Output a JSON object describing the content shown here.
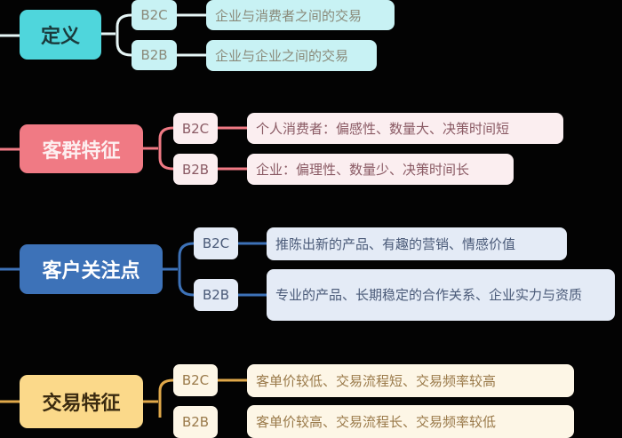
{
  "colors": {
    "background": "#030303",
    "definition": {
      "main": "#4fd6dc",
      "main_text": "#1a3a3c",
      "light": "#c8f2f4",
      "text": "#8a8a7a",
      "line": "#e6f6f6"
    },
    "customer_group": {
      "main": "#f07a84",
      "main_text": "#fdeff0",
      "light": "#fbeef0",
      "text": "#8a5a64",
      "line": "#f07a84"
    },
    "customer_focus": {
      "main": "#3d72b8",
      "main_text": "#ffffff",
      "light": "#e4ebf6",
      "text": "#4a5a78",
      "line": "#3d72b8"
    },
    "transaction": {
      "main": "#fbd98a",
      "main_text": "#3a2a10",
      "light": "#fdf6e6",
      "text": "#9a7a4a",
      "line": "#e0a84a"
    }
  },
  "mindmap": {
    "branches": [
      {
        "label": "定义",
        "children": [
          {
            "type": "B2C",
            "detail": "企业与消费者之间的交易"
          },
          {
            "type": "B2B",
            "detail": "企业与企业之间的交易"
          }
        ]
      },
      {
        "label": "客群特征",
        "children": [
          {
            "type": "B2C",
            "detail": "个人消费者：偏感性、数量大、决策时间短"
          },
          {
            "type": "B2B",
            "detail": "企业：偏理性、数量少、决策时间长"
          }
        ]
      },
      {
        "label": "客户关注点",
        "children": [
          {
            "type": "B2C",
            "detail": "推陈出新的产品、有趣的营销、情感价值"
          },
          {
            "type": "B2B",
            "detail": "专业的产品、长期稳定的合作关系、企业实力与资质"
          }
        ]
      },
      {
        "label": "交易特征",
        "children": [
          {
            "type": "B2C",
            "detail": "客单价较低、交易流程短、交易频率较高"
          },
          {
            "type": "B2B",
            "detail": "客单价较高、交易流程长、交易频率较低"
          }
        ]
      }
    ]
  }
}
